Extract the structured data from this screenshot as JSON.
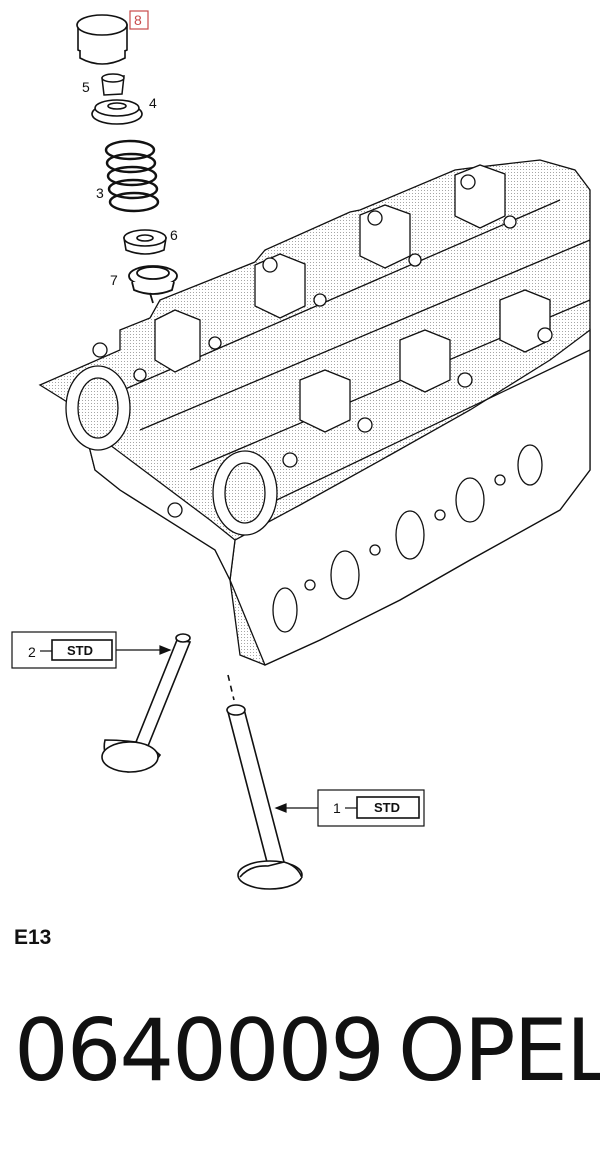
{
  "diagram": {
    "callouts": {
      "c1": "1",
      "c2": "2",
      "c3": "3",
      "c4": "4",
      "c5": "5",
      "c6": "6",
      "c7": "7",
      "c8": "8"
    },
    "std_label": "STD",
    "highlight_color": "#c84a4a"
  },
  "caption": {
    "engine_code": "E13",
    "part_number": "0640009",
    "brand": "OPEL"
  }
}
